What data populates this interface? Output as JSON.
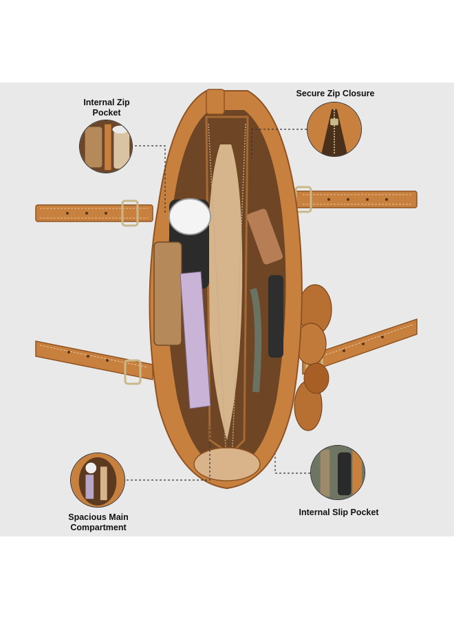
{
  "callouts": {
    "internal_zip_pocket": {
      "line1": "Internal Zip",
      "line2": "Pocket"
    },
    "secure_zip_closure": {
      "line1": "Secure Zip Closure"
    },
    "spacious_main_compartment": {
      "line1": "Spacious Main",
      "line2": "Compartment"
    },
    "internal_slip_pocket": {
      "line1": "Internal Slip Pocket"
    }
  },
  "colors": {
    "background": "#e9e9e9",
    "leather": "#c8803f",
    "leather_dark": "#8f5322",
    "interior": "#d6b48c",
    "hardware": "#c9b98a"
  }
}
